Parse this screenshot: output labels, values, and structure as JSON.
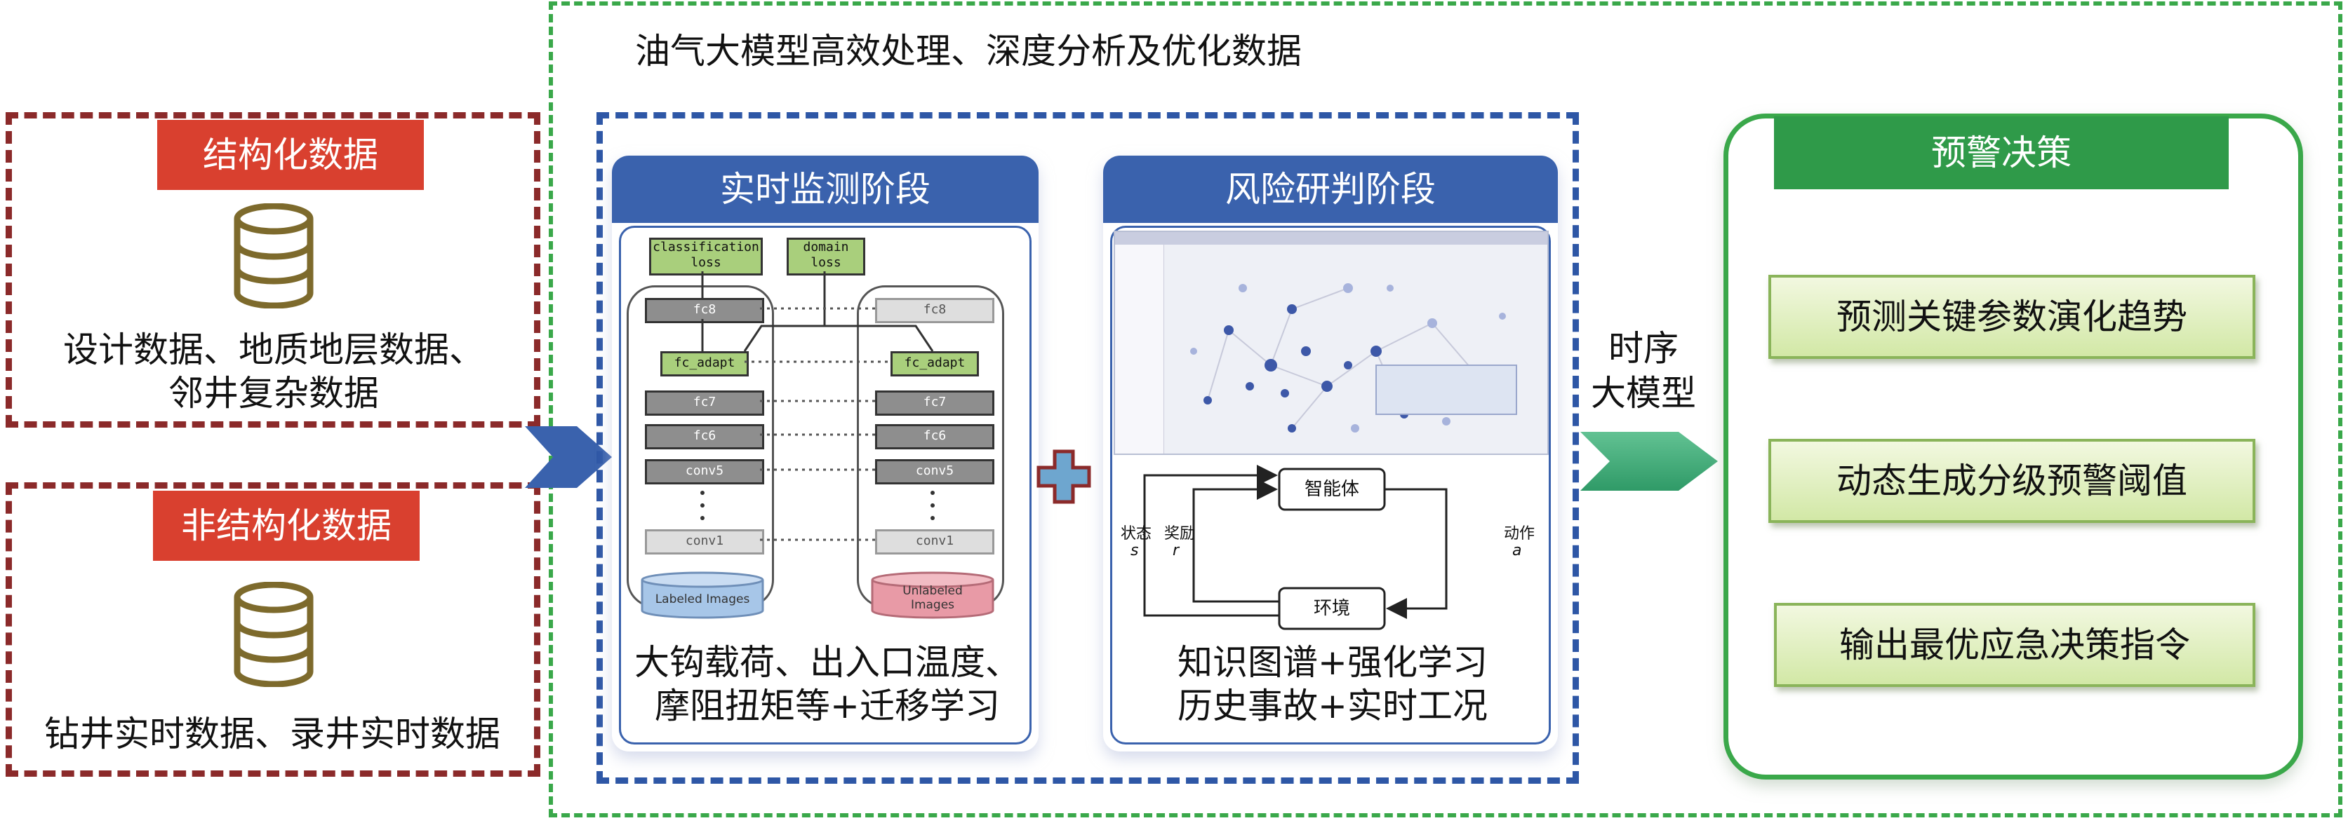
{
  "top_title": "油气大模型高效处理、深度分析及优化数据",
  "sources": [
    {
      "label": "结构化数据",
      "text_lines": [
        "设计数据、地质地层数据、",
        "邻井复杂数据"
      ],
      "icon": "database-icon"
    },
    {
      "label": "非结构化数据",
      "text_lines": [
        "钻井实时数据、录井实时数据"
      ],
      "icon": "database-icon"
    }
  ],
  "stages": [
    {
      "title": "实时监测阶段",
      "caption_lines": [
        "大钩载荷、出入口温度、",
        "摩阻扭矩等+迁移学习"
      ]
    },
    {
      "title": "风险研判阶段",
      "caption_lines": [
        "知识图谱+强化学习",
        "历史事故+实时工况"
      ]
    }
  ],
  "transfer_net": {
    "top_labels": [
      "classification loss",
      "domain loss"
    ],
    "left_layers": [
      "fc8",
      "fc_adapt",
      "fc7",
      "fc6",
      "conv5",
      "conv1"
    ],
    "right_layers": [
      "fc8",
      "fc_adapt",
      "fc7",
      "fc6",
      "conv5",
      "conv1"
    ],
    "left_db": "Labeled Images",
    "right_db": "Unlabeled Images"
  },
  "rl_diagram": {
    "agent": "智能体",
    "env": "环境",
    "state": "状态",
    "state_sym": "s",
    "reward": "奖励",
    "reward_sym": "r",
    "action": "动作",
    "action_sym": "a"
  },
  "middle_arrow_label_lines": [
    "时序",
    "大模型"
  ],
  "decision": {
    "title": "预警决策",
    "items": [
      "预测关键参数演化趋势",
      "动态生成分级预警阈值",
      "输出最优应急决策指令"
    ]
  },
  "colors": {
    "red_label": "#d9402f",
    "dark_red_border": "#8b2a2a",
    "green_border": "#3aa84a",
    "blue_border": "#2e57a6",
    "stage_header": "#3a62ad",
    "decision_header": "#2f9a49",
    "db_icon": "#7d6a2c"
  }
}
